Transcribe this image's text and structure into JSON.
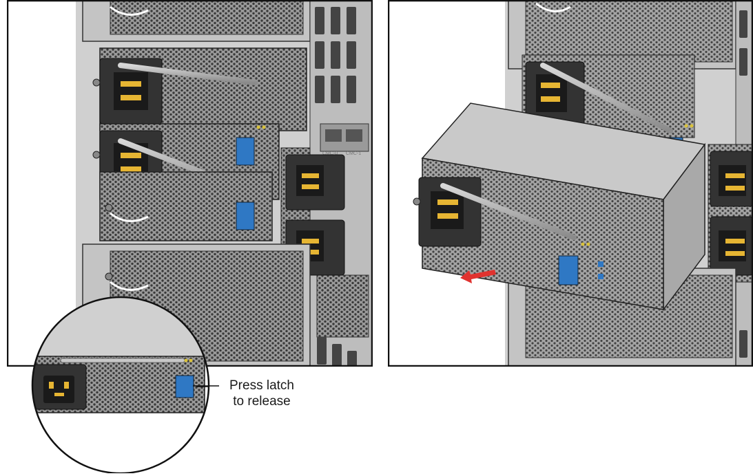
{
  "callout": {
    "line1": "Press latch",
    "line2": "to release"
  },
  "chassis_labels": {
    "cmc_a": "CMC-0",
    "cmc_b": "CMC-1"
  },
  "icons": [
    "psu-module",
    "power-inlet",
    "release-latch",
    "pull-direction-arrow",
    "magnifier-callout"
  ],
  "colors": {
    "latch": "#2f78c4",
    "inlet_pins": "#e6b533",
    "arrow": "#e0322f",
    "chassis": "#cfcfcf",
    "psu_body": "#b9b9b9",
    "outline": "#1a1a1a"
  }
}
